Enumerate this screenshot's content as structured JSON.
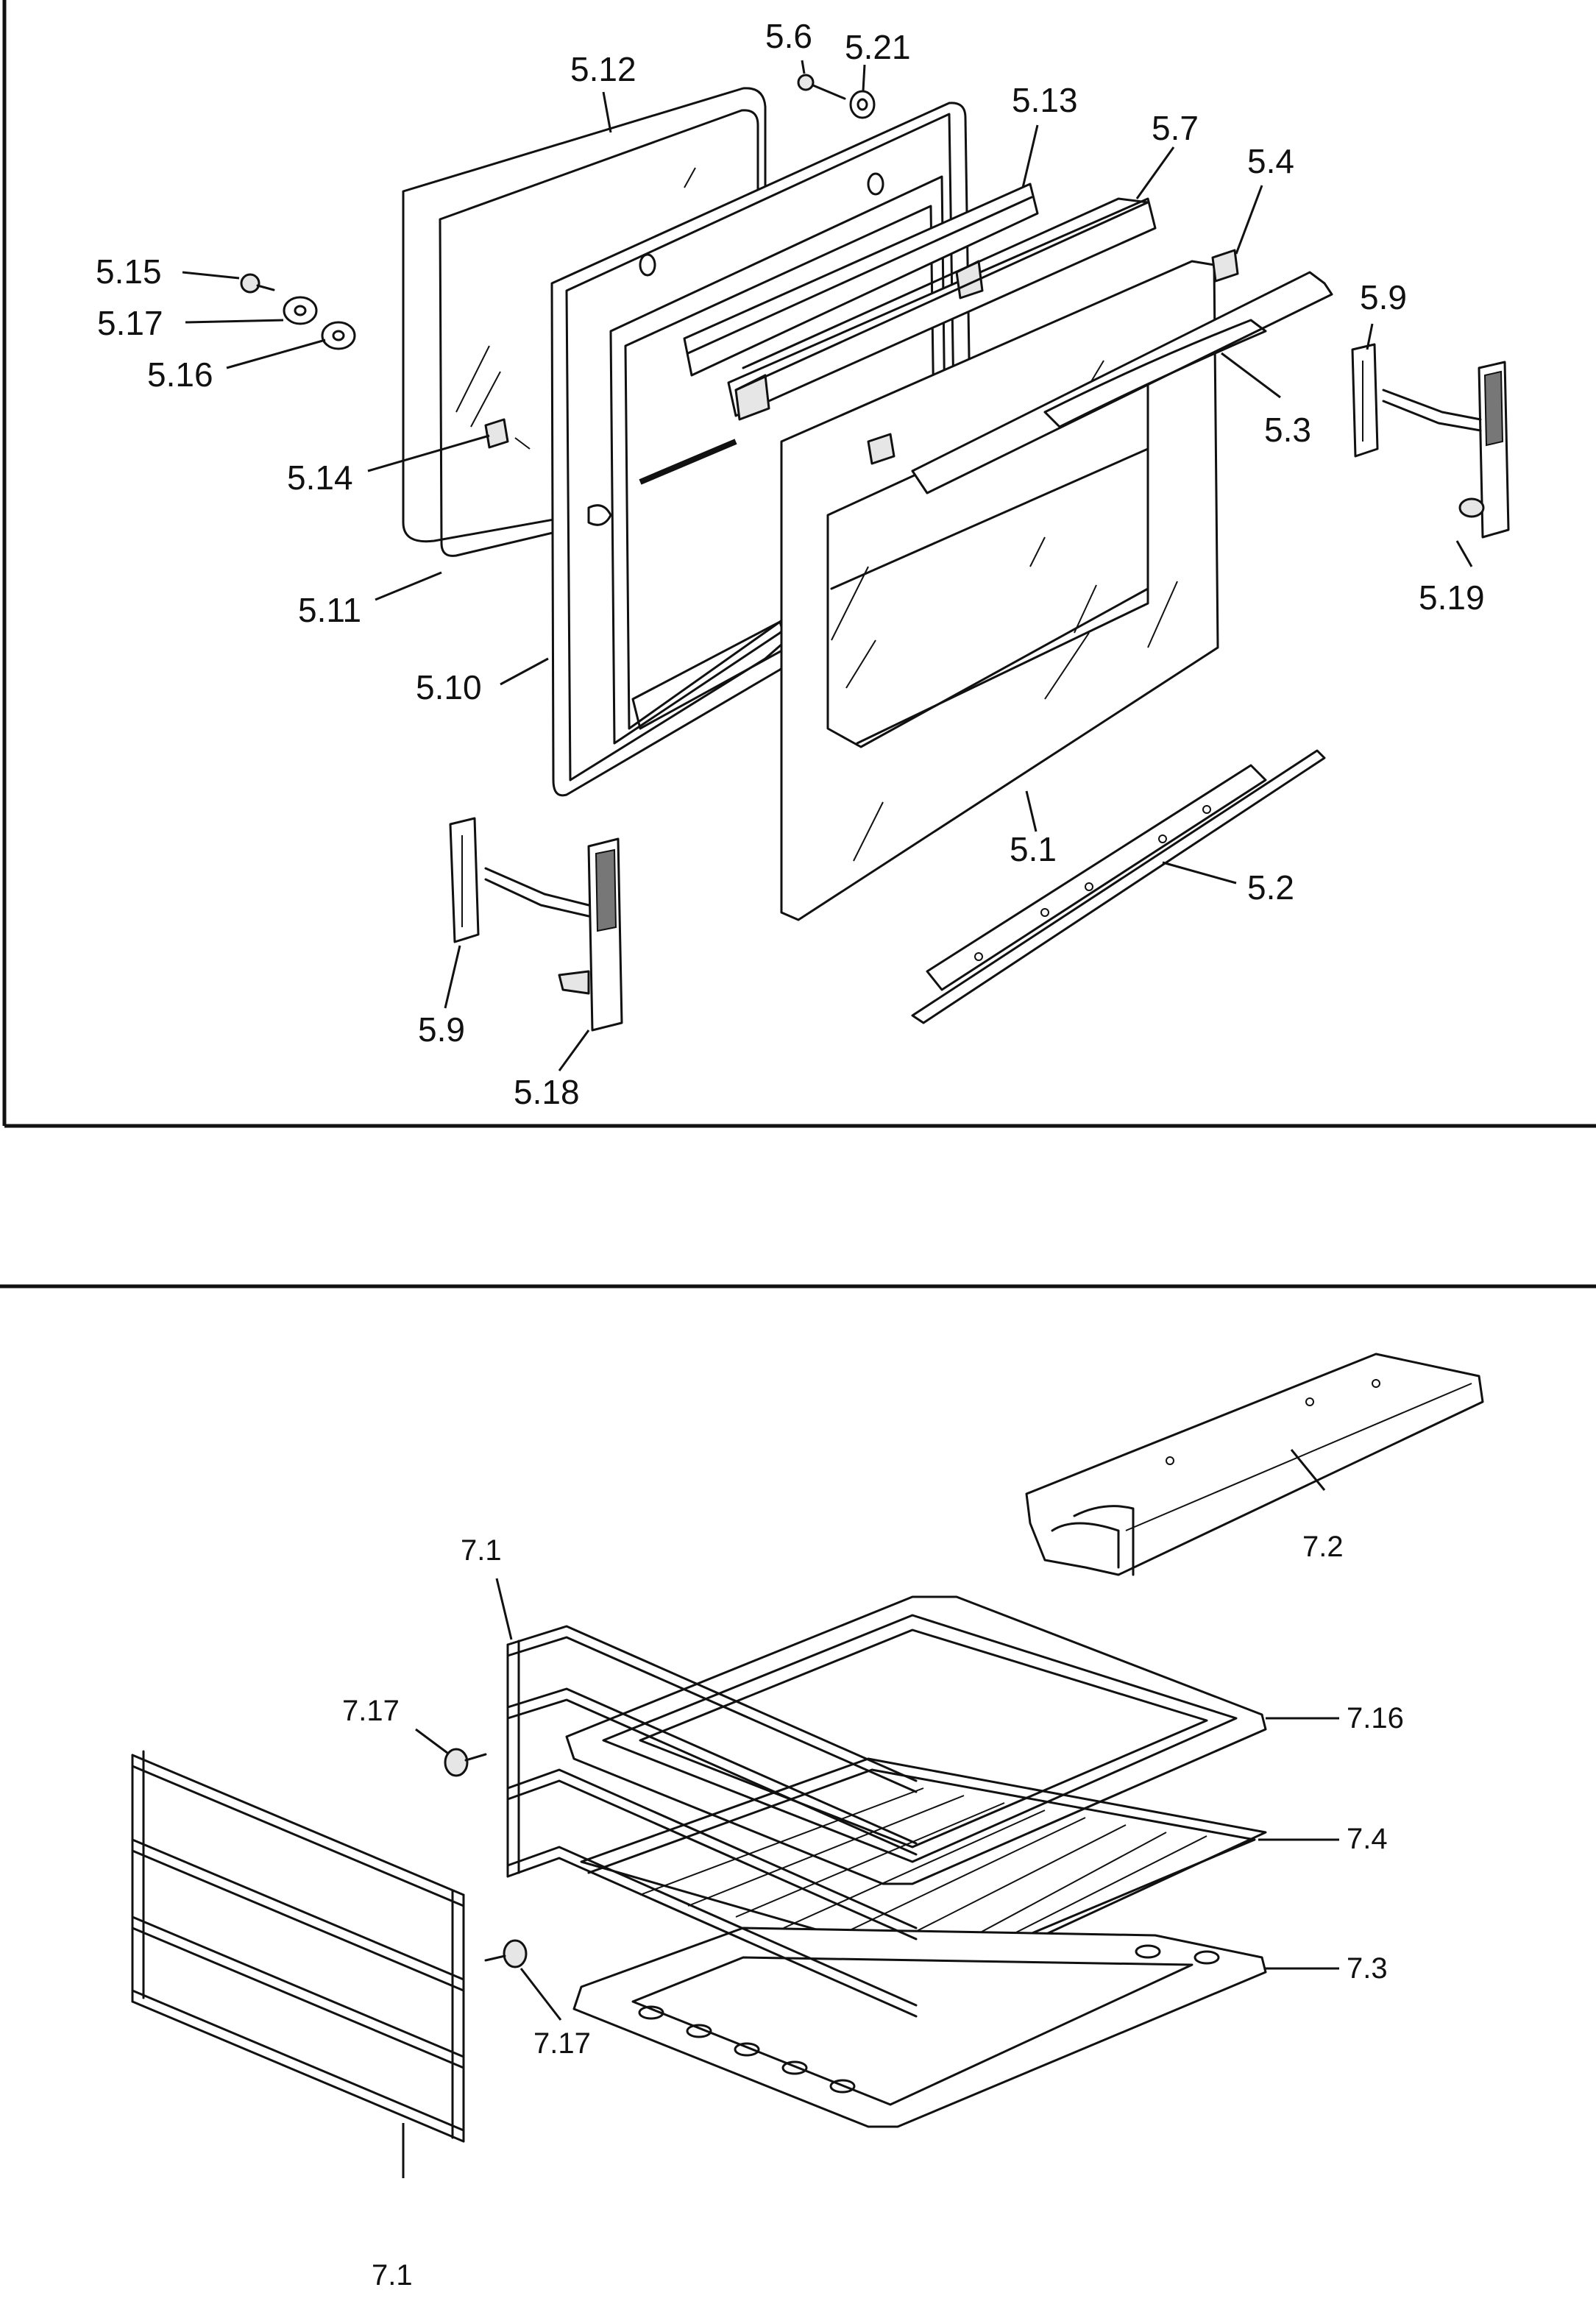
{
  "door_section": {
    "labels": {
      "l_5_12": "5.12",
      "l_5_6": "5.6",
      "l_5_21": "5.21",
      "l_5_13": "5.13",
      "l_5_7": "5.7",
      "l_5_4": "5.4",
      "l_5_15": "5.15",
      "l_5_17": "5.17",
      "l_5_16": "5.16",
      "l_5_9_right": "5.9",
      "l_5_3": "5.3",
      "l_5_14": "5.14",
      "l_5_19": "5.19",
      "l_5_11": "5.11",
      "l_5_10": "5.10",
      "l_5_1": "5.1",
      "l_5_2": "5.2",
      "l_5_9_left": "5.9",
      "l_5_18": "5.18"
    }
  },
  "rack_section": {
    "labels": {
      "l_7_2": "7.2",
      "l_7_1_top": "7.1",
      "l_7_17_top": "7.17",
      "l_7_16": "7.16",
      "l_7_4": "7.4",
      "l_7_3": "7.3",
      "l_7_17_bottom": "7.17",
      "l_7_1_bottom": "7.1"
    }
  }
}
